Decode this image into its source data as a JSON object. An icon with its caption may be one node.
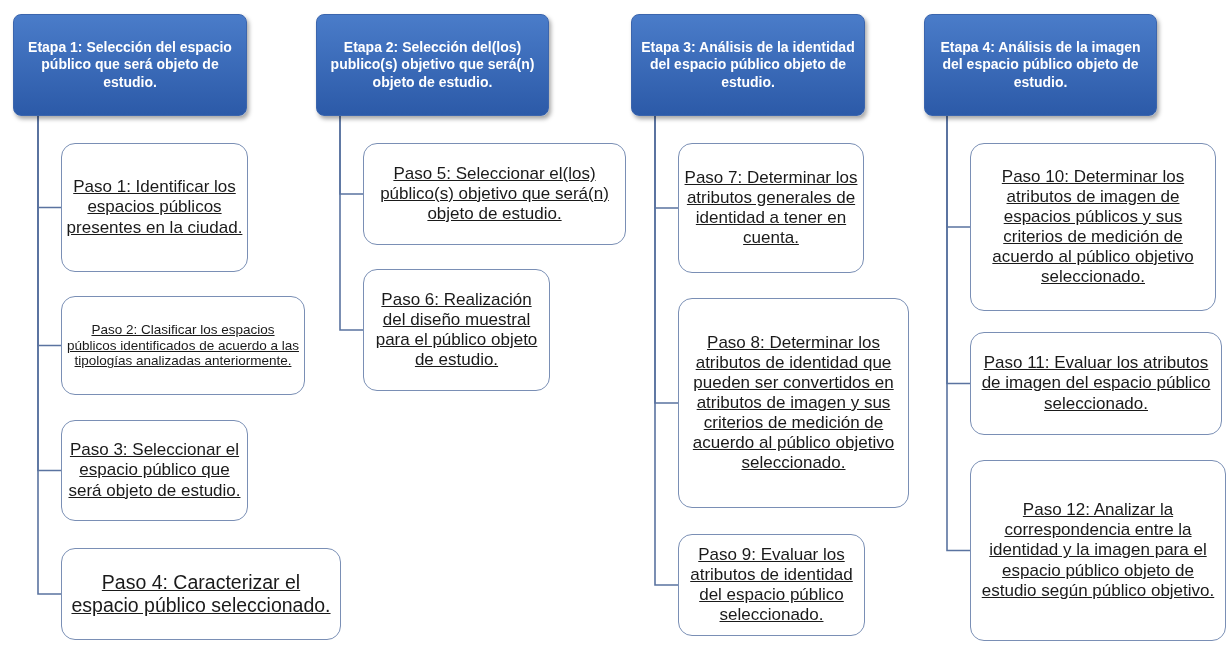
{
  "diagram": {
    "nodes": [
      {
        "text": [
          "Etapa 1: Selección del espacio público que será objeto de estudio."
        ]
      },
      {
        "text": [
          "Paso 1: Identificar los espacios públicos presentes en la ciudad."
        ]
      },
      {
        "text": [
          "Paso 2: Clasificar los espacios públicos identificados de acuerdo a las tipologías analizadas anteriormente."
        ]
      },
      {
        "text": [
          "Paso 3: Seleccionar el espacio público que será objeto de estudio."
        ]
      },
      {
        "text": [
          "Paso 4: Caracterizar el espacio público seleccionado."
        ]
      },
      {
        "text": [
          "Etapa 2: Selección del(los) publico(s) objetivo que será(n) objeto de estudio."
        ]
      },
      {
        "text": [
          "Paso 5: Seleccionar el(los) público(s) objetivo que será(n) objeto de estudio."
        ]
      },
      {
        "text": [
          "Paso 6: Realización del diseño muestral para el público objeto de estudio."
        ]
      },
      {
        "text": [
          "Etapa 3: Análisis de la identidad del espacio público objeto de estudio."
        ]
      },
      {
        "text": [
          "Paso 7: Determinar los atributos generales de identidad a tener en cuenta."
        ]
      },
      {
        "text": [
          "Paso 8: Determinar los atributos de identidad que pueden ser convertidos en atributos de imagen y sus criterios de medición de acuerdo al público objetivo seleccionado."
        ]
      },
      {
        "text": [
          "Paso 9: Evaluar los atributos de identidad del espacio público seleccionado."
        ]
      },
      {
        "text": [
          "Etapa 4: Análisis de la imagen del espacio público objeto de estudio."
        ]
      },
      {
        "text": [
          "Paso 10: Determinar los atributos de imagen de espacios públicos y sus criterios de medición de acuerdo al público objetivo seleccionado."
        ]
      },
      {
        "text": [
          "Paso 11: Evaluar los atributos de imagen del espacio público seleccionado."
        ]
      },
      {
        "text": [
          "Paso 12: Analizar la correspondencia entre la identidad y la imagen para el espacio público objeto de estudio según público objetivo."
        ]
      }
    ],
    "edges": [
      {
        "from": 0,
        "to": 1,
        "arrow": "none"
      },
      {
        "from": 0,
        "to": 2,
        "arrow": "none"
      },
      {
        "from": 0,
        "to": 3,
        "arrow": "none"
      },
      {
        "from": 0,
        "to": 4,
        "arrow": "none"
      },
      {
        "from": 5,
        "to": 6,
        "arrow": "none"
      },
      {
        "from": 5,
        "to": 7,
        "arrow": "none"
      },
      {
        "from": 8,
        "to": 9,
        "arrow": "none"
      },
      {
        "from": 8,
        "to": 10,
        "arrow": "none"
      },
      {
        "from": 8,
        "to": 11,
        "arrow": "none"
      },
      {
        "from": 12,
        "to": 13,
        "arrow": "none"
      },
      {
        "from": 12,
        "to": 14,
        "arrow": "none"
      },
      {
        "from": 12,
        "to": 15,
        "arrow": "none"
      }
    ]
  }
}
